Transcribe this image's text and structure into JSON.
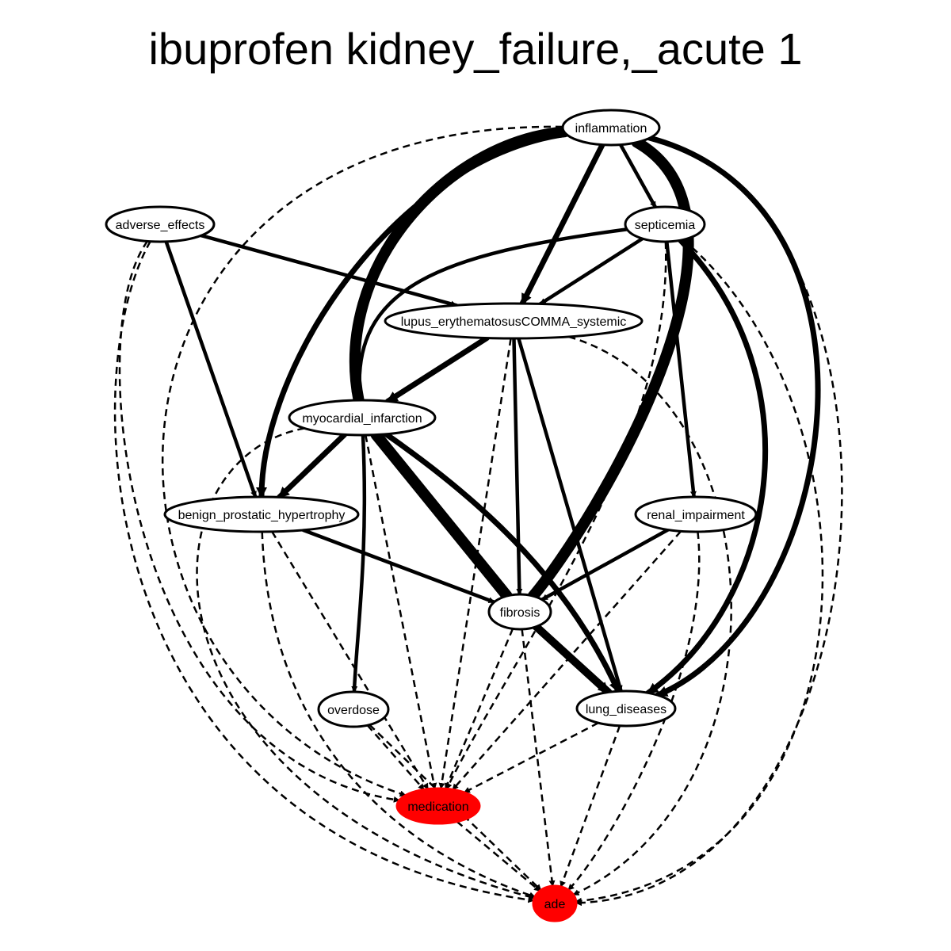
{
  "title": "ibuprofen kidney_failure,_acute 1",
  "colors": {
    "highlight": "#ff0000",
    "normal": "#ffffff",
    "stroke": "#000000"
  },
  "nodes": [
    {
      "id": "inflammation",
      "label": "inflammation",
      "highlight": false
    },
    {
      "id": "adverse_effects",
      "label": "adverse_effects",
      "highlight": false
    },
    {
      "id": "septicemia",
      "label": "septicemia",
      "highlight": false
    },
    {
      "id": "lupus",
      "label": "lupus_erythematosusCOMMA_systemic",
      "highlight": false
    },
    {
      "id": "myocardial_infarction",
      "label": "myocardial_infarction",
      "highlight": false
    },
    {
      "id": "bph",
      "label": "benign_prostatic_hypertrophy",
      "highlight": false
    },
    {
      "id": "renal_impairment",
      "label": "renal_impairment",
      "highlight": false
    },
    {
      "id": "fibrosis",
      "label": "fibrosis",
      "highlight": false
    },
    {
      "id": "overdose",
      "label": "overdose",
      "highlight": false
    },
    {
      "id": "lung_diseases",
      "label": "lung_diseases",
      "highlight": false
    },
    {
      "id": "medication",
      "label": "medication",
      "highlight": true
    },
    {
      "id": "ade",
      "label": "ade",
      "highlight": true
    }
  ],
  "edges": [
    {
      "from": "inflammation",
      "to": "myocardial_infarction",
      "style": "solid",
      "weight": 5
    },
    {
      "from": "inflammation",
      "to": "bph",
      "style": "solid",
      "weight": 3
    },
    {
      "from": "inflammation",
      "to": "lupus",
      "style": "solid",
      "weight": 3
    },
    {
      "from": "inflammation",
      "to": "septicemia",
      "style": "solid",
      "weight": 2
    },
    {
      "from": "inflammation",
      "to": "fibrosis",
      "style": "solid",
      "weight": 5
    },
    {
      "from": "inflammation",
      "to": "lung_diseases",
      "style": "solid",
      "weight": 3
    },
    {
      "from": "inflammation",
      "to": "medication",
      "style": "dashed",
      "weight": 1
    },
    {
      "from": "inflammation",
      "to": "ade",
      "style": "dashed",
      "weight": 1
    },
    {
      "from": "adverse_effects",
      "to": "lupus",
      "style": "solid",
      "weight": 2
    },
    {
      "from": "adverse_effects",
      "to": "bph",
      "style": "solid",
      "weight": 2
    },
    {
      "from": "adverse_effects",
      "to": "medication",
      "style": "dashed",
      "weight": 1
    },
    {
      "from": "adverse_effects",
      "to": "ade",
      "style": "dashed",
      "weight": 1
    },
    {
      "from": "septicemia",
      "to": "lupus",
      "style": "solid",
      "weight": 2
    },
    {
      "from": "septicemia",
      "to": "myocardial_infarction",
      "style": "solid",
      "weight": 2
    },
    {
      "from": "septicemia",
      "to": "renal_impairment",
      "style": "solid",
      "weight": 2
    },
    {
      "from": "septicemia",
      "to": "lung_diseases",
      "style": "solid",
      "weight": 3
    },
    {
      "from": "septicemia",
      "to": "medication",
      "style": "dashed",
      "weight": 1
    },
    {
      "from": "septicemia",
      "to": "ade",
      "style": "dashed",
      "weight": 1
    },
    {
      "from": "lupus",
      "to": "myocardial_infarction",
      "style": "solid",
      "weight": 3
    },
    {
      "from": "lupus",
      "to": "fibrosis",
      "style": "solid",
      "weight": 2
    },
    {
      "from": "lupus",
      "to": "lung_diseases",
      "style": "solid",
      "weight": 2
    },
    {
      "from": "lupus",
      "to": "medication",
      "style": "dashed",
      "weight": 1
    },
    {
      "from": "lupus",
      "to": "ade",
      "style": "dashed",
      "weight": 1
    },
    {
      "from": "myocardial_infarction",
      "to": "bph",
      "style": "solid",
      "weight": 3
    },
    {
      "from": "myocardial_infarction",
      "to": "fibrosis",
      "style": "solid",
      "weight": 5
    },
    {
      "from": "myocardial_infarction",
      "to": "lung_diseases",
      "style": "solid",
      "weight": 3
    },
    {
      "from": "myocardial_infarction",
      "to": "overdose",
      "style": "solid",
      "weight": 2
    },
    {
      "from": "myocardial_infarction",
      "to": "medication",
      "style": "dashed",
      "weight": 1
    },
    {
      "from": "myocardial_infarction",
      "to": "ade",
      "style": "dashed",
      "weight": 1
    },
    {
      "from": "bph",
      "to": "fibrosis",
      "style": "solid",
      "weight": 2
    },
    {
      "from": "bph",
      "to": "medication",
      "style": "dashed",
      "weight": 1
    },
    {
      "from": "bph",
      "to": "ade",
      "style": "dashed",
      "weight": 1
    },
    {
      "from": "renal_impairment",
      "to": "fibrosis",
      "style": "solid",
      "weight": 2
    },
    {
      "from": "renal_impairment",
      "to": "medication",
      "style": "dashed",
      "weight": 1
    },
    {
      "from": "renal_impairment",
      "to": "ade",
      "style": "dashed",
      "weight": 1
    },
    {
      "from": "fibrosis",
      "to": "lung_diseases",
      "style": "solid",
      "weight": 4
    },
    {
      "from": "fibrosis",
      "to": "medication",
      "style": "dashed",
      "weight": 1
    },
    {
      "from": "fibrosis",
      "to": "ade",
      "style": "dashed",
      "weight": 1
    },
    {
      "from": "overdose",
      "to": "medication",
      "style": "dashed",
      "weight": 1
    },
    {
      "from": "overdose",
      "to": "ade",
      "style": "dashed",
      "weight": 1
    },
    {
      "from": "lung_diseases",
      "to": "medication",
      "style": "dashed",
      "weight": 1
    },
    {
      "from": "lung_diseases",
      "to": "ade",
      "style": "dashed",
      "weight": 1
    },
    {
      "from": "medication",
      "to": "ade",
      "style": "dashed",
      "weight": 1
    }
  ]
}
